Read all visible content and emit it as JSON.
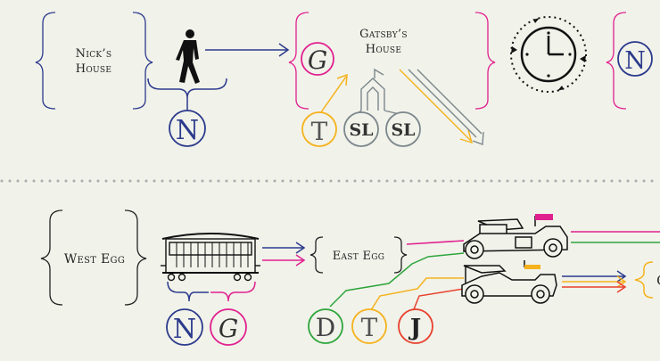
{
  "colors": {
    "background": "#f1f2ea",
    "navy": "#2b3a8c",
    "magenta": "#e0208f",
    "orange": "#f5b21c",
    "gray": "#7c878c",
    "green": "#2ea53c",
    "red": "#e8402c",
    "black": "#1a1a1a",
    "divider": "#a9adaf"
  },
  "top": {
    "nick_house_label_line1": "Nick’s",
    "nick_house_label_line2": "House",
    "gatsby_house_label_line1": "Gatsby’s",
    "gatsby_house_label_line2": "House"
  },
  "bottom": {
    "west_egg_label": "West Egg",
    "east_egg_label": "East Egg"
  },
  "characters": {
    "nick": "N",
    "gatsby": "G",
    "tom": "T",
    "daisy": "D",
    "jordan": "J",
    "servant": "SL"
  }
}
